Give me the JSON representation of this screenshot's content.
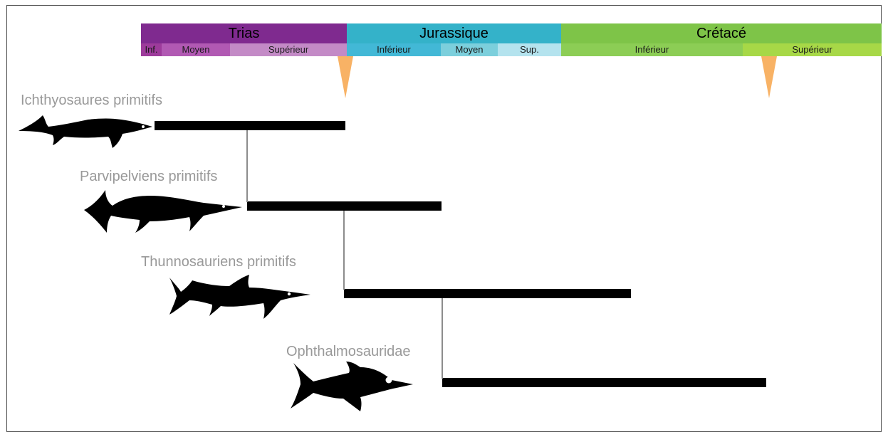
{
  "timescale": {
    "periods": [
      {
        "label": "Trias",
        "color": "#7f2a8f"
      },
      {
        "label": "Jurassique",
        "color": "#34b2c9"
      },
      {
        "label": "Crétacé",
        "color": "#7ec448"
      }
    ],
    "epochs": [
      {
        "label": "Inf.",
        "color": "#9d3b9b"
      },
      {
        "label": "Moyen",
        "color": "#b159b3"
      },
      {
        "label": "Supérieur",
        "color": "#c38ac6"
      },
      {
        "label": "Inférieur",
        "color": "#42b8d6"
      },
      {
        "label": "Moyen",
        "color": "#7ccfdc"
      },
      {
        "label": "Sup.",
        "color": "#b4e3ee"
      },
      {
        "label": "Inférieur",
        "color": "#8ccd55"
      },
      {
        "label": "Supérieur",
        "color": "#a7d847"
      }
    ],
    "extinction_markers": {
      "color": "#f8b265",
      "count": 2
    }
  },
  "clades": [
    {
      "label": "Ichthyosaures primitifs"
    },
    {
      "label": "Parvipelviens primitifs"
    },
    {
      "label": "Thunnosauriens primitifs"
    },
    {
      "label": "Ophthalmosauridae"
    }
  ],
  "colors": {
    "branch": "#000000",
    "connector": "#8c8c8c",
    "label": "#999999",
    "frame": "#4a4a4a"
  }
}
